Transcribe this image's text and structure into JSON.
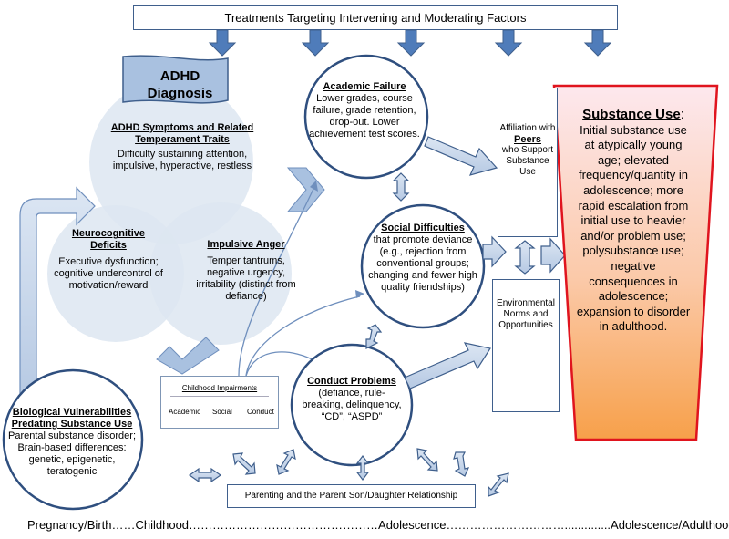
{
  "top_banner": "Treatments Targeting Intervening and Moderating Factors",
  "adhd_diagnosis": "ADHD Diagnosis",
  "symptoms": {
    "title": "ADHD Symptoms and Related Temperament Traits",
    "body": "Difficulty sustaining attention, impulsive, hyperactive, restless"
  },
  "neurocognitive": {
    "title": "Neurocognitive Deficits",
    "body": "Executive dysfunction; cognitive undercontrol of motivation/reward"
  },
  "impulsive_anger": {
    "title": "Impulsive Anger",
    "body": "Temper tantrums, negative urgency, irritability (distinct from defiance)"
  },
  "academic_failure": {
    "title": "Academic Failure",
    "body": "Lower grades, course failure, grade retention, drop-out.  Lower achievement test scores."
  },
  "social_difficulties": {
    "title": "Social Difficulties",
    "body": "that promote deviance (e.g., rejection from conventional groups; changing and fewer high quality friendships)"
  },
  "conduct_problems": {
    "title": "Conduct Problems",
    "body": "(defiance, rule-breaking, delinquency, “CD”, “ASPD”"
  },
  "biological": {
    "title": "Biological Vulnerabilities Predating Substance Use",
    "body": "Parental substance disorder; Brain-based differences: genetic, epigenetic, teratogenic"
  },
  "peers_box": {
    "pre": "Affiliation with",
    "peers": "Peers",
    "post": "who Support Substance Use"
  },
  "env_box": "Environmental Norms and Opportunities",
  "childhood_impairments": {
    "title": "Childhood Impairments",
    "items": [
      "Academic",
      "Social",
      "Conduct"
    ]
  },
  "parenting": "Parenting and the Parent Son/Daughter Relationship",
  "substance_use": {
    "title": "Substance Use",
    "colon": ":",
    "body": "Initial substance use at atypically young age; elevated frequency/quantity in adolescence; more rapid escalation from initial use to heavier and/or problem use; polysubstance use; negative consequences in adolescence; expansion to disorder in adulthood."
  },
  "timeline": "Pregnancy/Birth……Childhood…………………………………………Adolescence…………………………..............Adolescence/Adulthood",
  "colors": {
    "arrow_fill": "#5b86c0",
    "arrow_stroke": "#3f5f8c",
    "circle_fill": "#dbe4f0",
    "circle_stroke": "#2f4f7f",
    "substance_border": "#e0141e",
    "gradient_top": "#fde6ea",
    "gradient_bottom": "#f7a04a"
  }
}
